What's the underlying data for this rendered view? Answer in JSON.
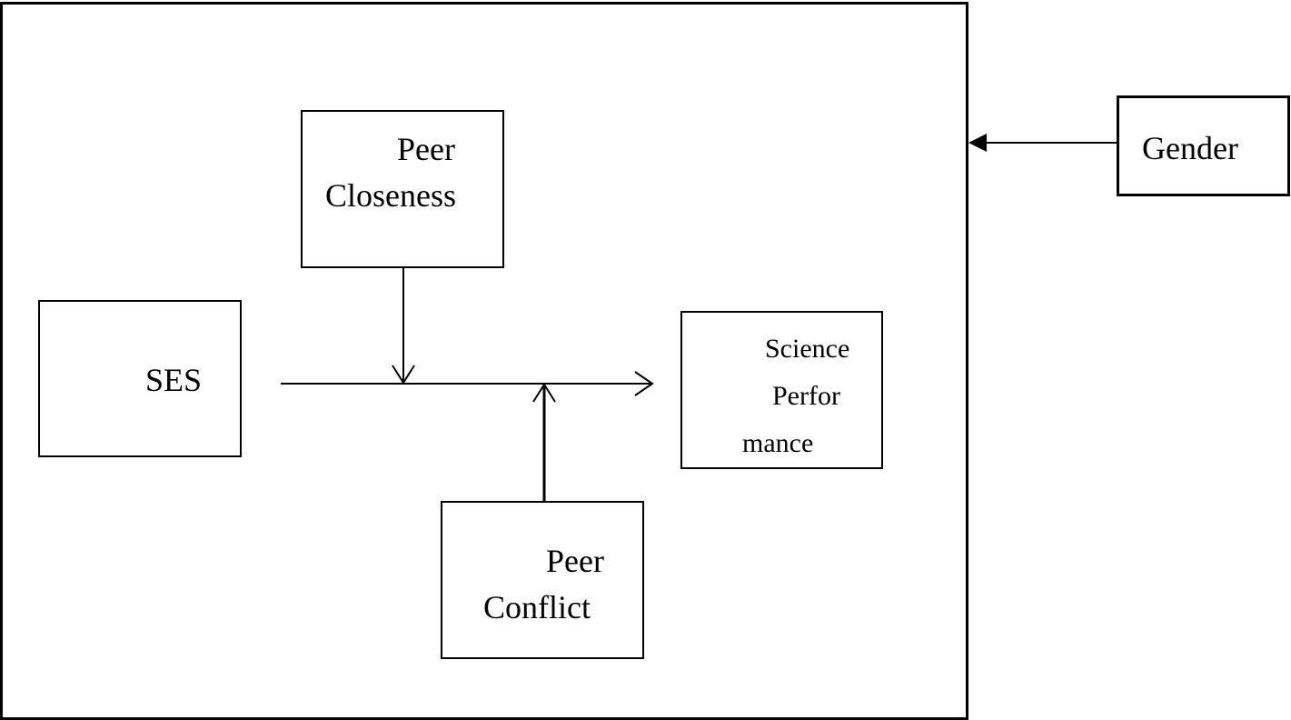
{
  "nodes": {
    "peer_closeness": {
      "line1": "Peer",
      "line2": "Closeness"
    },
    "ses": {
      "label": "SES"
    },
    "science_performance": {
      "line1": "Science",
      "line2": "Perfor",
      "line3": "mance"
    },
    "peer_conflict": {
      "line1": "Peer",
      "line2": "Conflict"
    },
    "gender": {
      "label": "Gender"
    }
  },
  "edges": [
    {
      "from": "ses",
      "to": "science_performance",
      "type": "main-path"
    },
    {
      "from": "peer_closeness",
      "to": "main-path",
      "type": "moderation"
    },
    {
      "from": "peer_conflict",
      "to": "main-path",
      "type": "moderation"
    },
    {
      "from": "gender",
      "to": "model-frame",
      "type": "moderation"
    }
  ]
}
